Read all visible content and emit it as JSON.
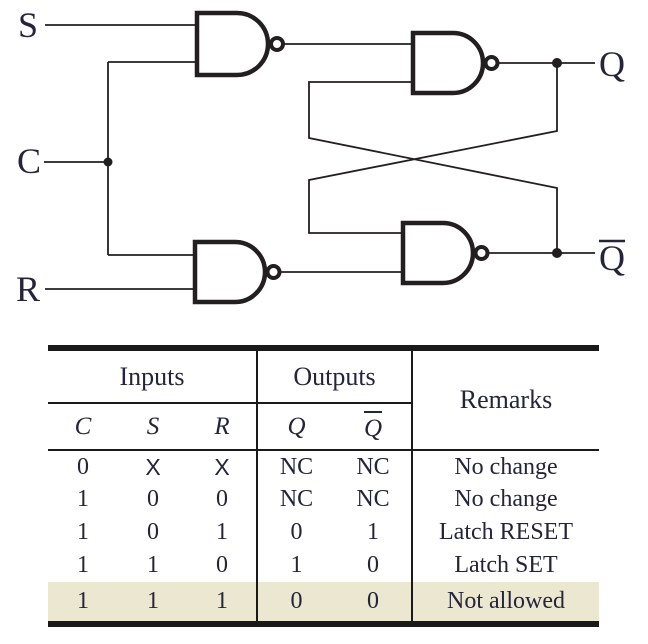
{
  "circuit": {
    "labels": {
      "s": "S",
      "c": "C",
      "r": "R",
      "q": "Q",
      "qbar": "Q"
    }
  },
  "table": {
    "section_headers": {
      "inputs": "Inputs",
      "outputs": "Outputs",
      "remarks": "Remarks"
    },
    "columns": {
      "c": "C",
      "s": "S",
      "r": "R",
      "q": "Q",
      "qbar": "Q"
    },
    "rows": [
      {
        "c": "0",
        "s": "X",
        "r": "X",
        "q": "NC",
        "qbar": "NC",
        "remarks": "No change"
      },
      {
        "c": "1",
        "s": "0",
        "r": "0",
        "q": "NC",
        "qbar": "NC",
        "remarks": "No change"
      },
      {
        "c": "1",
        "s": "0",
        "r": "1",
        "q": "0",
        "qbar": "1",
        "remarks": "Latch RESET"
      },
      {
        "c": "1",
        "s": "1",
        "r": "0",
        "q": "1",
        "qbar": "0",
        "remarks": "Latch SET"
      },
      {
        "c": "1",
        "s": "1",
        "r": "1",
        "q": "0",
        "qbar": "0",
        "remarks": "Not allowed"
      }
    ]
  },
  "colors": {
    "ink": "#231f20",
    "text_color": "#24243b",
    "rule_color": "#1a1a1a",
    "row_highlight": "#ece7d0",
    "background": "#ffffff"
  }
}
